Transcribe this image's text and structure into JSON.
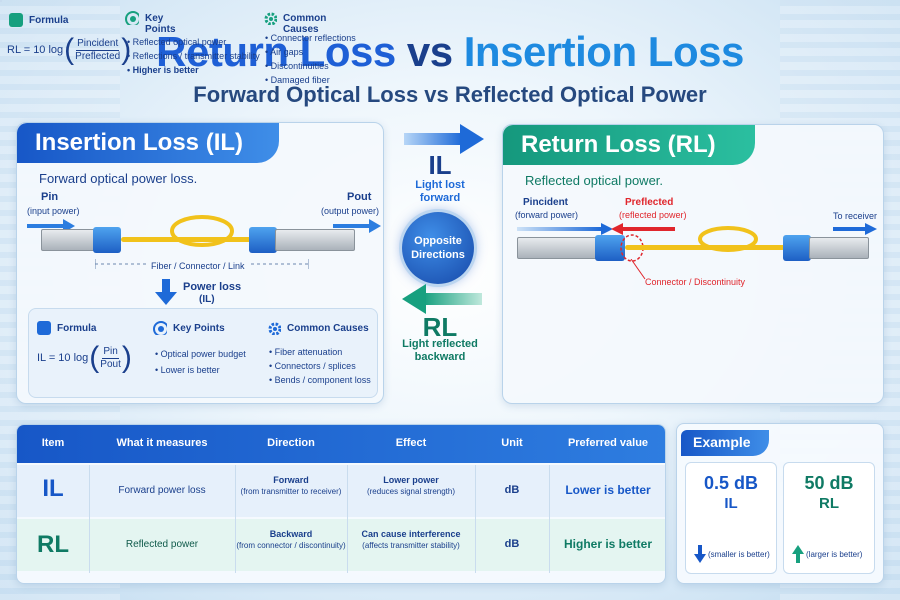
{
  "header": {
    "title_part1": "Return Loss",
    "title_part2": "vs",
    "title_part3": "Insertion Loss",
    "subtitle": "Forward Optical Loss vs Reflected Optical Power"
  },
  "il_panel": {
    "title": "Insertion Loss (IL)",
    "subtitle": "Forward optical power loss.",
    "pin_label": "Pin",
    "pin_sub": "(input power)",
    "pout_label": "Pout",
    "pout_sub": "(output power)",
    "span_label": "Fiber / Connector / Link",
    "power_loss_label": "Power loss",
    "power_loss_sub": "(IL)",
    "formula_heading": "Formula",
    "formula_prefix": "IL = 10 log",
    "formula_num": "Pin",
    "formula_den": "Pout",
    "keypoints_heading": "Key Points",
    "keypoints": [
      "Optical power budget",
      "Lower is better"
    ],
    "causes_heading": "Common Causes",
    "causes": [
      "Fiber attenuation",
      "Connectors / splices",
      "Bends / component loss"
    ]
  },
  "rl_panel": {
    "title": "Return Loss (RL)",
    "subtitle": "Reflected optical power.",
    "pincident_label": "Pincident",
    "pincident_sub": "(forward power)",
    "preflected_label": "Preflected",
    "preflected_sub": "(reflected power)",
    "receiver_label": "To receiver",
    "discontinuity_label": "Connector / Discontinuity",
    "formula_heading": "Formula",
    "formula_prefix": "RL = 10 log",
    "formula_num": "Pincident",
    "formula_den": "Preflected",
    "keypoints_heading": "Key Points",
    "keypoints": [
      "Reflected optical power",
      "Reflections / transmitter stability",
      "Higher is better"
    ],
    "causes_heading": "Common Causes",
    "causes": [
      "Connector reflections",
      "Air gaps",
      "Discontinuities",
      "Damaged fiber"
    ]
  },
  "middle": {
    "il_abbr": "IL",
    "il_desc_1": "Light lost",
    "il_desc_2": "forward",
    "circle_1": "Opposite",
    "circle_2": "Directions",
    "rl_abbr": "RL",
    "rl_desc_1": "Light reflected",
    "rl_desc_2": "backward"
  },
  "table": {
    "headers": [
      "Item",
      "What it measures",
      "Direction",
      "Effect",
      "Unit",
      "Preferred value"
    ],
    "rows": [
      {
        "item": "IL",
        "measures": "Forward power loss",
        "direction": "Forward",
        "direction_sub": "(from transmitter to receiver)",
        "effect": "Lower power",
        "effect_sub": "(reduces signal strength)",
        "unit": "dB",
        "preferred": "Lower is better"
      },
      {
        "item": "RL",
        "measures": "Reflected power",
        "direction": "Backward",
        "direction_sub": "(from connector / discontinuity)",
        "effect": "Can cause interference",
        "effect_sub": "(affects transmitter stability)",
        "unit": "dB",
        "preferred": "Higher is better"
      }
    ]
  },
  "example": {
    "title": "Example",
    "il_value": "0.5 dB",
    "il_label": "IL",
    "il_note": "(smaller is better)",
    "rl_value": "50 dB",
    "rl_label": "RL",
    "rl_note": "(larger is better)"
  },
  "colors": {
    "blue": "#1757c7",
    "teal": "#15987d",
    "red": "#e0262c",
    "cable": "#f1c21b"
  }
}
